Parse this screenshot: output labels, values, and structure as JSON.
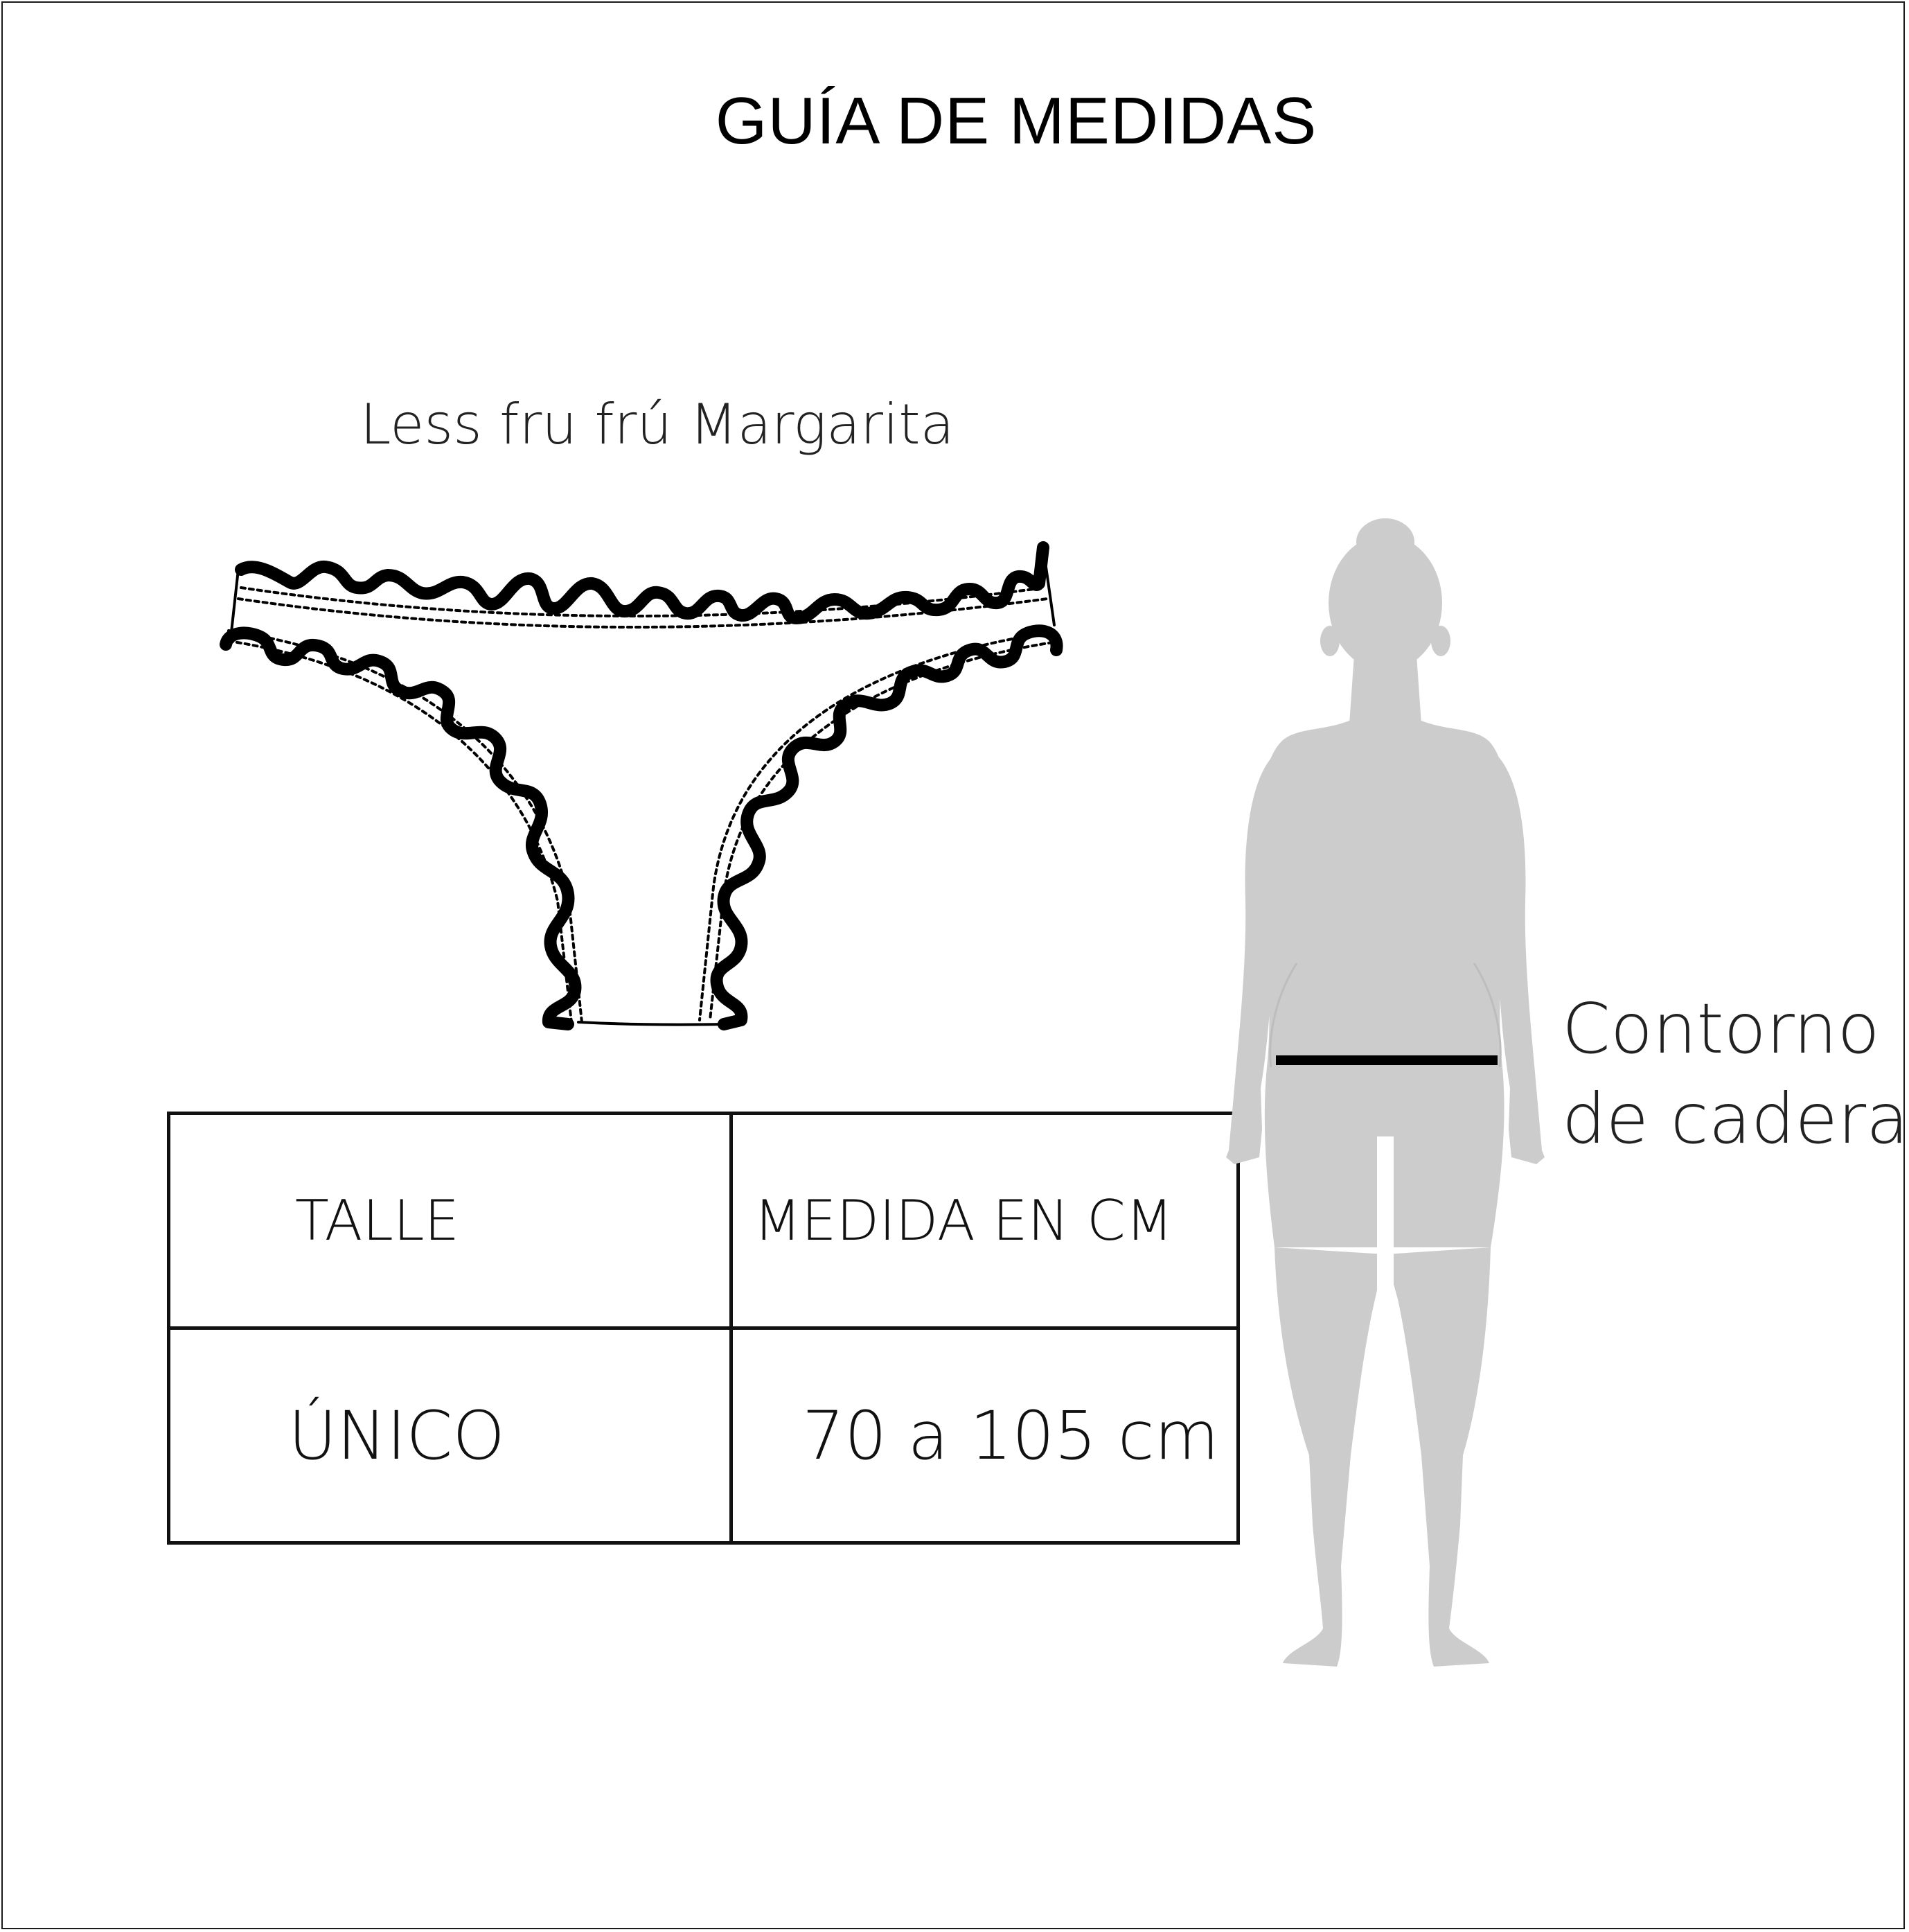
{
  "title": "GUÍA DE MEDIDAS",
  "product_name": "Less fru frú Margarita",
  "size_table": {
    "headers": [
      "TALLE",
      "MEDIDA EN CM"
    ],
    "rows": [
      [
        "ÚNICO",
        "70 a 105 cm"
      ]
    ]
  },
  "measurement_label": {
    "line1": "Contorno",
    "line2": "de cadera"
  },
  "colors": {
    "silhouette": "#cccccc",
    "outline": "#000000",
    "background": "#ffffff"
  }
}
